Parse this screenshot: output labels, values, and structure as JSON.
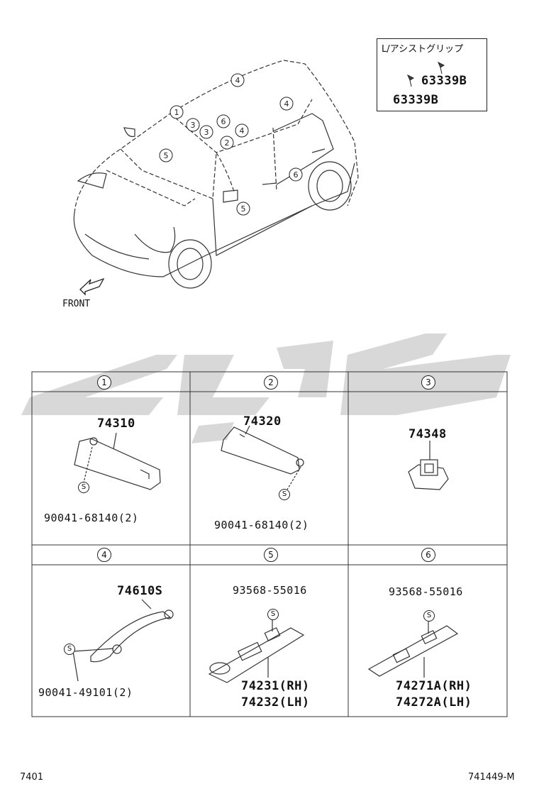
{
  "legend": {
    "title": "L/アシストグリップ",
    "part_a": "63339B",
    "part_b": "63339B"
  },
  "front_label": "FRONT",
  "car_callouts": [
    "4",
    "4",
    "1",
    "3",
    "3",
    "6",
    "4",
    "2",
    "5",
    "6",
    "5"
  ],
  "cells": [
    {
      "num": "1",
      "parts": [
        "74310"
      ],
      "screws": [
        "90041-68140(2)"
      ],
      "screw_mark": "S"
    },
    {
      "num": "2",
      "parts": [
        "74320"
      ],
      "screws": [
        "90041-68140(2)"
      ],
      "screw_mark": "S"
    },
    {
      "num": "3",
      "parts": [
        "74348"
      ],
      "screws": []
    },
    {
      "num": "4",
      "parts": [
        "74610S"
      ],
      "screws": [
        "90041-49101(2)"
      ],
      "screw_mark": "S"
    },
    {
      "num": "5",
      "parts": [
        "74231(RH)",
        "74232(LH)"
      ],
      "screws": [
        "93568-55016"
      ],
      "screw_mark": "S"
    },
    {
      "num": "6",
      "parts": [
        "74271A(RH)",
        "74272A(LH)"
      ],
      "screws": [
        "93568-55016"
      ],
      "screw_mark": "S"
    }
  ],
  "footer": {
    "left": "7401",
    "right": "741449-M"
  }
}
